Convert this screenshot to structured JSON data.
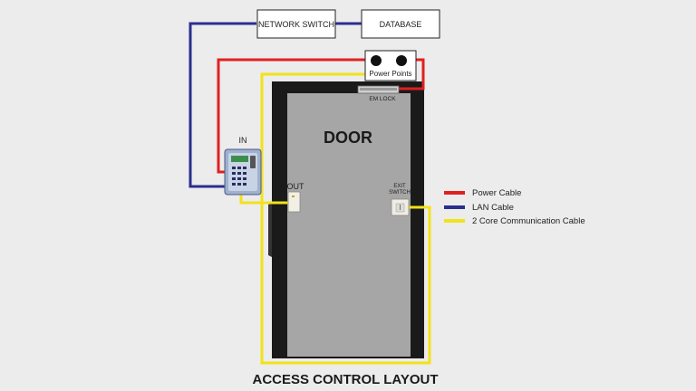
{
  "boxes": {
    "network_switch": "NETWORK SWITCH",
    "database": "DATABASE",
    "power_points": "Power Points"
  },
  "labels": {
    "em_lock": "EM LOCK",
    "door": "DOOR",
    "in": "IN",
    "out": "OUT",
    "exit_switch_line1": "EXIT",
    "exit_switch_line2": "SWITCH"
  },
  "legend": [
    {
      "label": "Power Cable",
      "color": "#e02020"
    },
    {
      "label": "LAN Cable",
      "color": "#2a2f8f"
    },
    {
      "label": "2 Core Communication Cable",
      "color": "#f2e21a"
    }
  ],
  "title": "ACCESS CONTROL LAYOUT",
  "colors": {
    "power": "#e02020",
    "lan": "#2a2f8f",
    "comm": "#f2e21a",
    "door_frame": "#1a1a1a",
    "door_panel": "#a6a6a6"
  },
  "icons": {
    "reader": "access-control-reader-icon",
    "exit_button": "exit-switch-icon",
    "out_reader": "out-reader-icon",
    "em_lock": "em-lock-icon",
    "socket": "power-socket-icon"
  }
}
